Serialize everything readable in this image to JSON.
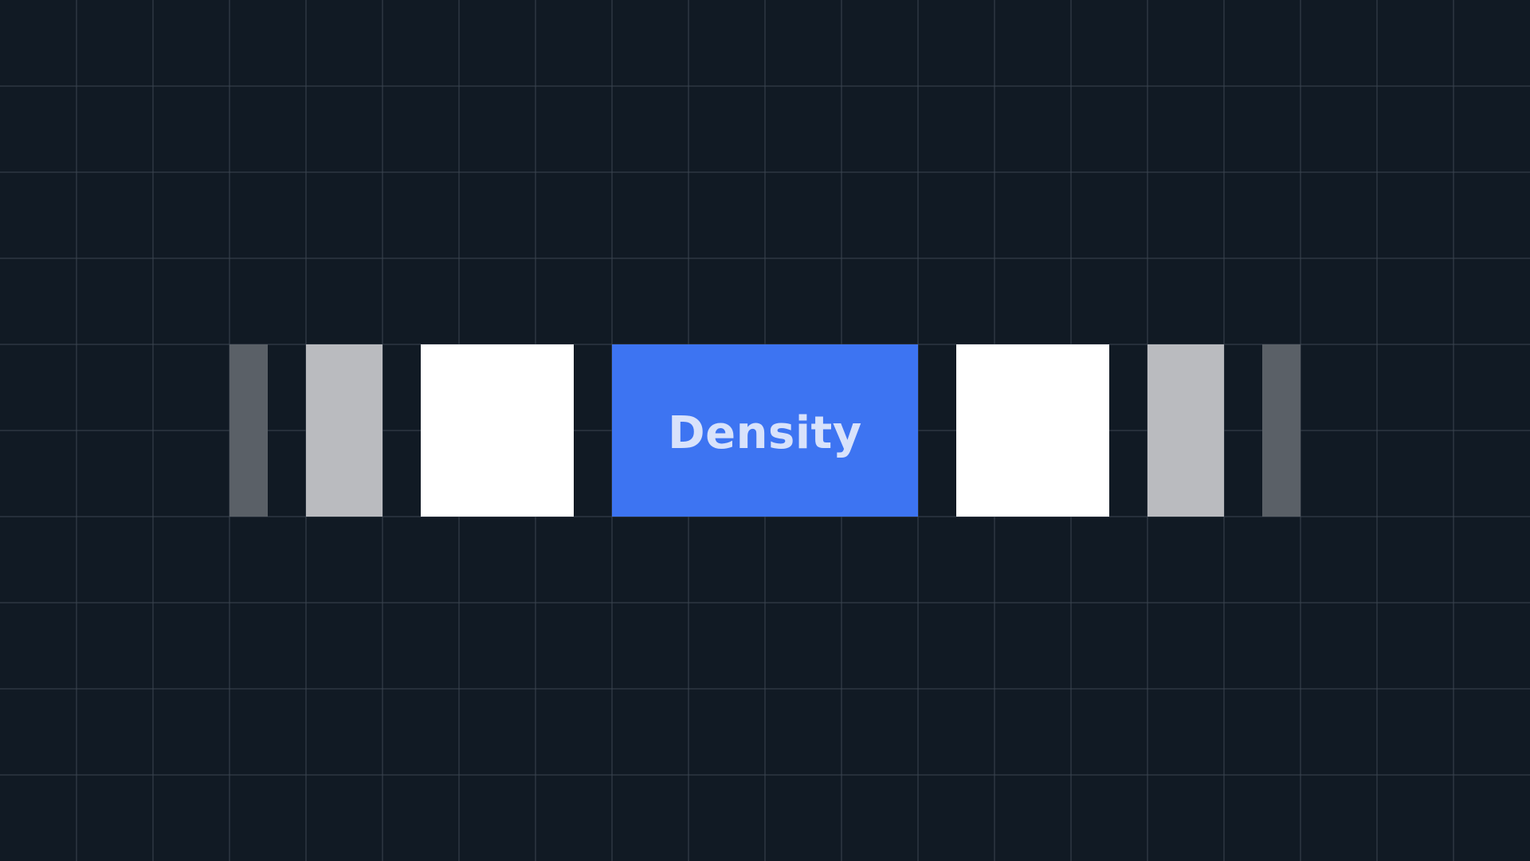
{
  "title": "Density",
  "colors": {
    "background": "#111a24",
    "grid_line": "#3b4450",
    "accent": "#3d74f2",
    "label": "#d8e2fb",
    "outer_bar": "#5a6067",
    "mid_bar": "#babbbf",
    "inner_bar": "#ffffff"
  },
  "bars": [
    {
      "role": "outer",
      "color": "#5a6067"
    },
    {
      "role": "mid",
      "color": "#babbbf"
    },
    {
      "role": "inner",
      "color": "#ffffff"
    },
    {
      "role": "center",
      "color": "#3d74f2"
    },
    {
      "role": "inner",
      "color": "#ffffff"
    },
    {
      "role": "mid",
      "color": "#babbbf"
    },
    {
      "role": "outer",
      "color": "#5a6067"
    }
  ]
}
